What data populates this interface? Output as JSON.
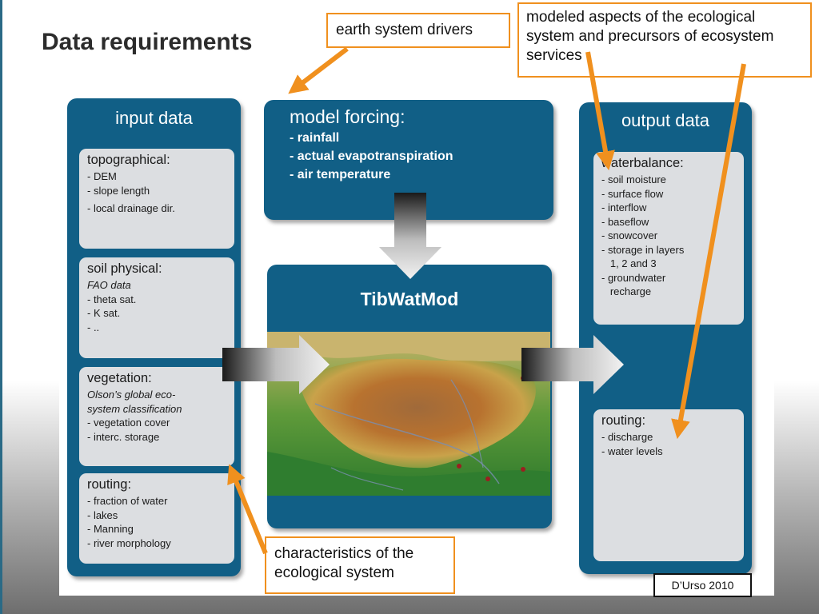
{
  "slide": {
    "title": "Data requirements",
    "credit": "D’Urso 2010"
  },
  "annotations": {
    "earth_drivers": "earth system drivers",
    "modeled_aspects": "modeled aspects of the ecological system and precursors of ecosystem services",
    "characteristics": "characteristics of the ecological system"
  },
  "input_data": {
    "title": "input data",
    "topographical": {
      "title": "topographical:",
      "items": [
        "- DEM",
        "- slope length",
        "- local drainage dir."
      ]
    },
    "soil_physical": {
      "title": "soil physical:",
      "subtitle": "FAO data",
      "items": [
        "- theta sat.",
        "- K sat.",
        "- .."
      ]
    },
    "vegetation": {
      "title": "vegetation:",
      "subtitle_1": "Olson’s global eco-",
      "subtitle_2": "system classification",
      "items": [
        "- vegetation cover",
        "- interc. storage"
      ]
    },
    "routing": {
      "title": "routing:",
      "items": [
        "- fraction of water",
        "- lakes",
        "- Manning",
        "- river morphology"
      ]
    }
  },
  "model_forcing": {
    "title": "model forcing:",
    "items": [
      "- rainfall",
      "- actual evapotranspiration",
      "- air temperature"
    ]
  },
  "model": {
    "title": "TibWatMod"
  },
  "output_data": {
    "title": "output data",
    "waterbalance": {
      "title": "waterbalance:",
      "items": [
        "- soil moisture",
        "- surface flow",
        "- interflow",
        "- baseflow",
        "- snowcover",
        "- storage in layers",
        "   1, 2 and 3",
        "- groundwater",
        "   recharge"
      ]
    },
    "routing": {
      "title": "routing:",
      "items": [
        "- discharge",
        "- water levels"
      ]
    }
  },
  "colors": {
    "panel_blue": "#115f86",
    "card_grey": "#dcdee1",
    "annotation_orange": "#f0901e"
  }
}
